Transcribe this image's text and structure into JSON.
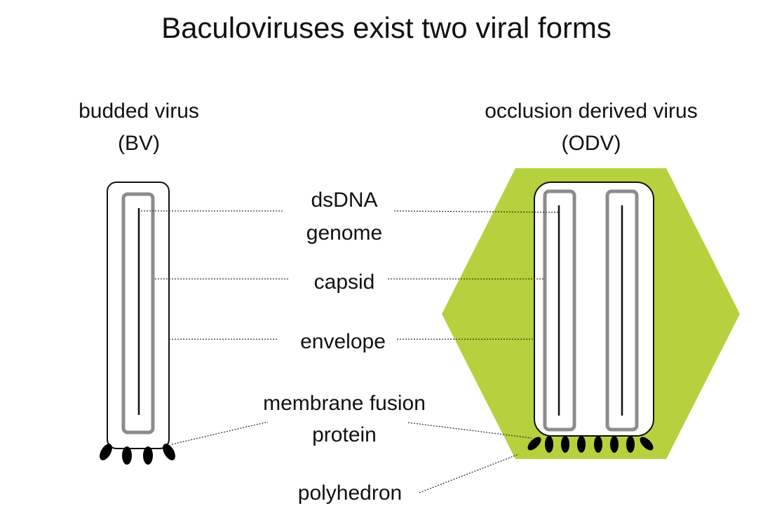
{
  "title": "Baculoviruses exist two viral forms",
  "bv": {
    "line1": "budded virus",
    "line2": "(BV)"
  },
  "odv": {
    "line1": "occlusion derived virus",
    "line2": "(ODV)"
  },
  "labels": {
    "genome_line1": "dsDNA",
    "genome_line2": "genome",
    "capsid": "capsid",
    "envelope": "envelope",
    "fusion_line1": "membrane fusion",
    "fusion_line2": "protein",
    "polyhedron": "polyhedron"
  },
  "colors": {
    "polyhedron": "#b5d13e",
    "capsid": "#8c8c8c",
    "outline": "#111111",
    "protein": "#000000"
  }
}
